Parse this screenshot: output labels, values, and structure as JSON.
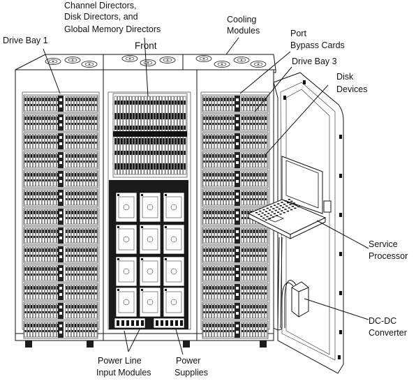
{
  "labels": {
    "channel_line1": "Channel Directors,",
    "channel_line2": "Disk Directors, and",
    "channel_line3": "Global Memory Directors",
    "front": "Front",
    "cooling_line1": "Cooling",
    "cooling_line2": "Modules",
    "drive_bay_1": "Drive Bay 1",
    "port_line1": "Port",
    "port_line2": "Bypass Cards",
    "drive_bay_3": "Drive Bay 3",
    "disk_line1": "Disk",
    "disk_line2": "Devices",
    "service_line1": "Service",
    "service_line2": "Processor",
    "dcdc_line1": "DC-DC",
    "dcdc_line2": "Converter",
    "power_line_line1": "Power Line",
    "power_line_line2": "Input Modules",
    "power_supplies_line1": "Power",
    "power_supplies_line2": "Supplies"
  }
}
